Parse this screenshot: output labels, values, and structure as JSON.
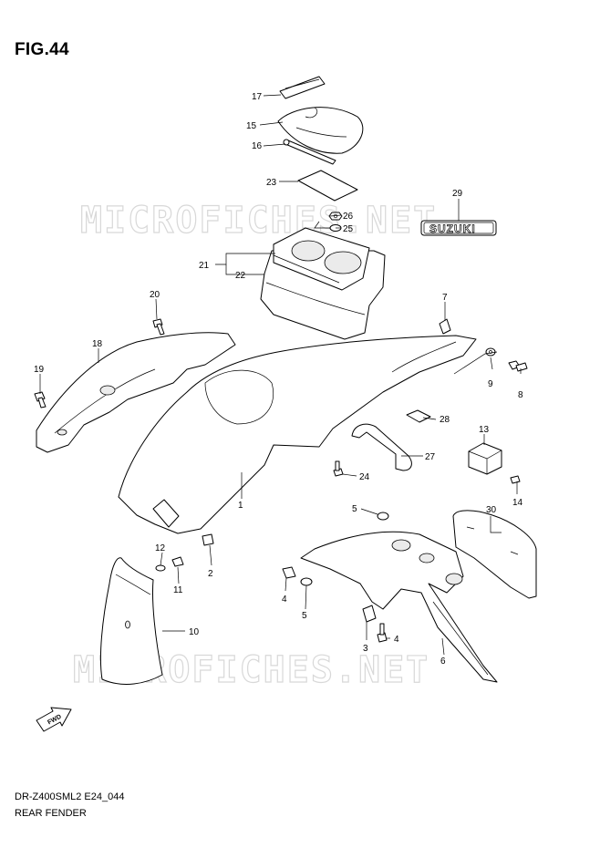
{
  "figure": {
    "title": "FIG.44",
    "code": "DR-Z400SML2 E24_044",
    "name": "REAR FENDER"
  },
  "watermark": {
    "text": "MICROFICHES.NET",
    "color": "#d8d8d8"
  },
  "emblem_text": "SUZUKI",
  "fwd_text": "FWD",
  "callouts": [
    "1",
    "2",
    "3",
    "4",
    "4",
    "5",
    "5",
    "6",
    "7",
    "8",
    "9",
    "10",
    "11",
    "12",
    "13",
    "14",
    "15",
    "16",
    "17",
    "18",
    "19",
    "20",
    "21",
    "22",
    "23",
    "24",
    "25",
    "26",
    "27",
    "28",
    "29",
    "30"
  ]
}
